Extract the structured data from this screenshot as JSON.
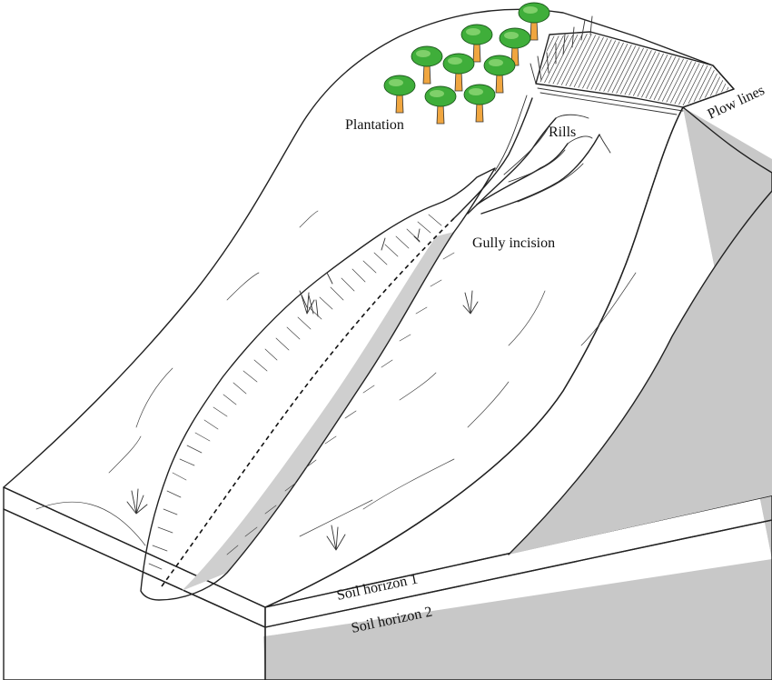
{
  "labels": {
    "plantation": "Plantation",
    "rills": "Rills",
    "plow_lines": "Plow lines",
    "gully_incision": "Gully incision",
    "soil_horizon_1": "Soil horizon 1",
    "soil_horizon_2": "Soil horizon 2"
  },
  "colors": {
    "surface": "#ffffff",
    "soil_horizon_2": "#c8c8c8",
    "gully_shadow": "#cfcfcf",
    "tree_canopy": "#3fae3a",
    "tree_canopy_light": "#7fd06a",
    "tree_trunk": "#f0a640",
    "line": "#222222"
  },
  "icons": [
    "tree-icon",
    "grass-tuft-icon"
  ]
}
